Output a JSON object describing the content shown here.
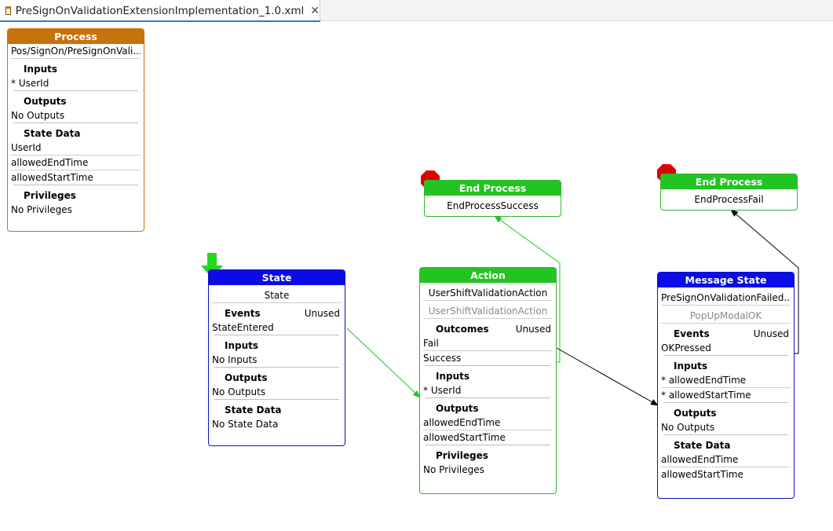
{
  "tab": {
    "title": "PreSignOnValidationExtensionImplementation_1.0.xml",
    "close": "✕"
  },
  "process": {
    "header": "Process",
    "path": "Pos/SignOn/PreSignOnVali...",
    "inputs_title": "Inputs",
    "inputs": [
      "* UserId"
    ],
    "outputs_title": "Outputs",
    "outputs": [
      "No Outputs"
    ],
    "state_data_title": "State Data",
    "state_data": [
      "UserId",
      "allowedEndTime",
      "allowedStartTime"
    ],
    "privileges_title": "Privileges",
    "privileges": [
      "No Privileges"
    ]
  },
  "end_success": {
    "header": "End Process",
    "name": "EndProcessSuccess"
  },
  "end_fail": {
    "header": "End Process",
    "name": "EndProcessFail"
  },
  "state": {
    "header": "State",
    "name": "State",
    "events_title": "Events",
    "events_note": "Unused",
    "events": [
      "StateEntered"
    ],
    "inputs_title": "Inputs",
    "inputs": [
      "No Inputs"
    ],
    "outputs_title": "Outputs",
    "outputs": [
      "No Outputs"
    ],
    "state_data_title": "State Data",
    "state_data": [
      "No State Data"
    ]
  },
  "action": {
    "header": "Action",
    "name": "UserShiftValidationAction",
    "class_name": "UserShiftValidationAction",
    "outcomes_title": "Outcomes",
    "outcomes_note": "Unused",
    "outcomes": [
      "Fail",
      "Success"
    ],
    "inputs_title": "Inputs",
    "inputs": [
      "* UserId"
    ],
    "outputs_title": "Outputs",
    "outputs": [
      "allowedEndTime",
      "allowedStartTime"
    ],
    "privileges_title": "Privileges",
    "privileges": [
      "No Privileges"
    ]
  },
  "message_state": {
    "header": "Message State",
    "name": "PreSignOnValidationFailed...",
    "modal": "PopUpModalOK",
    "events_title": "Events",
    "events_note": "Unused",
    "events": [
      "OKPressed"
    ],
    "inputs_title": "Inputs",
    "inputs": [
      "* allowedEndTime",
      "* allowedStartTime"
    ],
    "outputs_title": "Outputs",
    "outputs": [
      "No Outputs"
    ],
    "state_data_title": "State Data",
    "state_data": [
      "allowedEndTime",
      "allowedStartTime"
    ]
  },
  "colors": {
    "process": "#c8720d",
    "end_process": "#22c422",
    "state": "#0b0be6",
    "action": "#22c422",
    "message_state": "#0b0be6",
    "stop": "#e00000",
    "start": "#22d622",
    "wire_success": "#22c422",
    "wire_fail": "#000000"
  },
  "icons": {
    "file": "xml-file-icon",
    "stop": "stop-octagon-icon",
    "start": "start-arrow-icon",
    "close": "close-icon"
  }
}
